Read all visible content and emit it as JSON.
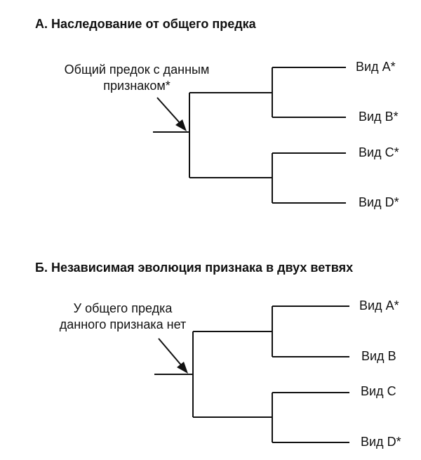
{
  "panels": [
    {
      "title": "А. Наследование от общего предка",
      "note_lines": [
        "Общий предок с данным",
        "признаком*"
      ],
      "leaves": [
        "Вид А*",
        "Вид В*",
        "Вид С*",
        "Вид D*"
      ]
    },
    {
      "title": "Б. Независимая эволюция признака в двух ветвях",
      "note_lines": [
        "У общего предка",
        "данного признака нет"
      ],
      "leaves": [
        "Вид А*",
        "Вид В",
        "Вид С",
        "Вид D*"
      ]
    }
  ]
}
